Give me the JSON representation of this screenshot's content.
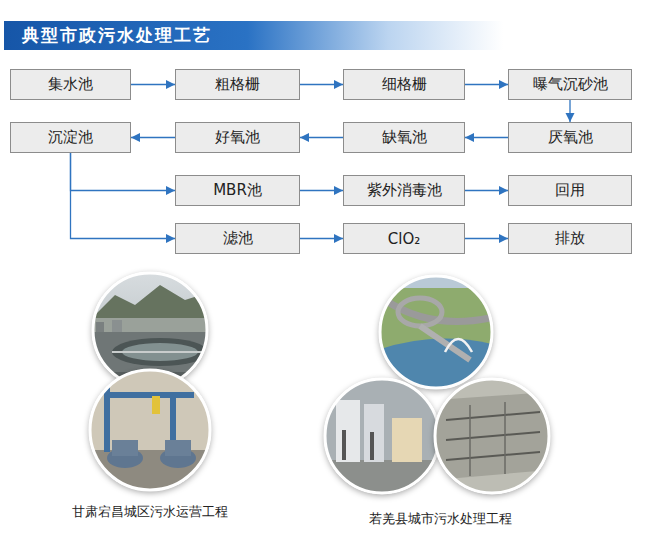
{
  "diagram": {
    "title": "典型市政污水处理工艺",
    "nodes": [
      {
        "text": [
          "集水池"
        ]
      },
      {
        "text": [
          "粗格栅"
        ]
      },
      {
        "text": [
          "细格栅"
        ]
      },
      {
        "text": [
          "曝气沉砂池"
        ]
      },
      {
        "text": [
          "沉淀池"
        ]
      },
      {
        "text": [
          "好氧池"
        ]
      },
      {
        "text": [
          "缺氧池"
        ]
      },
      {
        "text": [
          "厌氧池"
        ]
      },
      {
        "text": [
          "MBR池"
        ]
      },
      {
        "text": [
          "紫外消毒池"
        ]
      },
      {
        "text": [
          "回用"
        ]
      },
      {
        "text": [
          "滤池"
        ]
      },
      {
        "text": [
          "ClO₂"
        ]
      },
      {
        "text": [
          "排放"
        ]
      }
    ],
    "edges": [
      {
        "from": 0,
        "to": 1,
        "arrow": "to"
      },
      {
        "from": 1,
        "to": 2,
        "arrow": "to"
      },
      {
        "from": 2,
        "to": 3,
        "arrow": "to"
      },
      {
        "from": 3,
        "to": 7,
        "arrow": "to"
      },
      {
        "from": 7,
        "to": 6,
        "arrow": "to"
      },
      {
        "from": 6,
        "to": 5,
        "arrow": "to"
      },
      {
        "from": 5,
        "to": 4,
        "arrow": "to"
      },
      {
        "from": 4,
        "to": 8,
        "arrow": "to"
      },
      {
        "from": 8,
        "to": 9,
        "arrow": "to"
      },
      {
        "from": 9,
        "to": 10,
        "arrow": "to"
      },
      {
        "from": 4,
        "to": 11,
        "arrow": "to"
      },
      {
        "from": 11,
        "to": 12,
        "arrow": "to"
      },
      {
        "from": 12,
        "to": 13,
        "arrow": "to"
      }
    ],
    "labels": [
      "甘肃宕昌城区污水运营工程",
      "若羌县城市污水处理工程"
    ]
  }
}
